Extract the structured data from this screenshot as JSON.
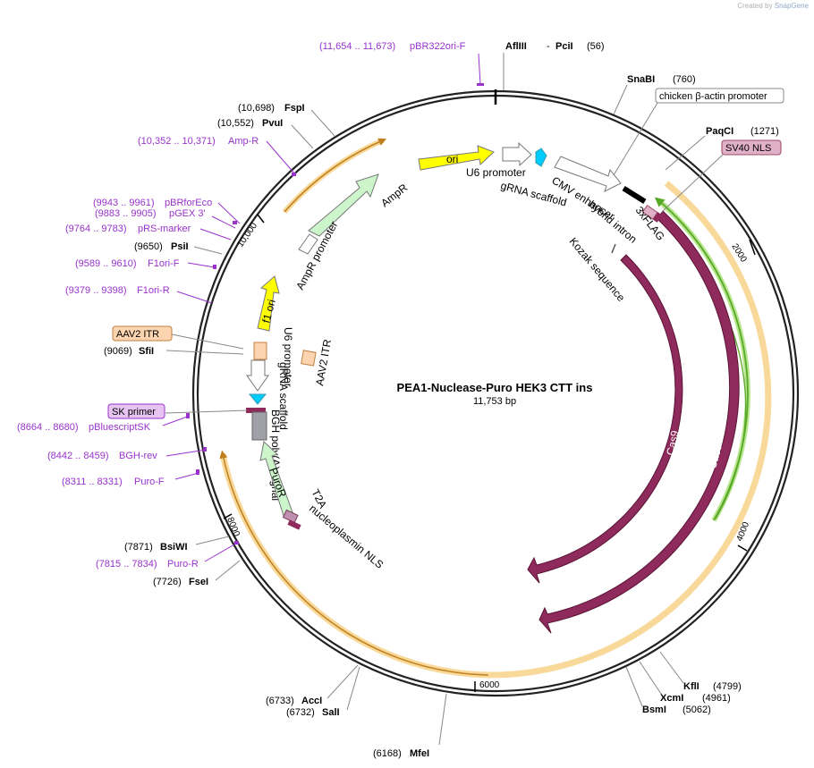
{
  "watermark": {
    "prefix": "Created by",
    "brand": "SnapGene"
  },
  "plasmid": {
    "name": "PEA1-Nuclease-Puro HEK3 CTT ins",
    "size": "11,753 bp"
  },
  "ticks": [
    "2000",
    "4000",
    "6000",
    "8000",
    "10,000"
  ],
  "enzymes": [
    {
      "id": "afliii-pcii",
      "name": "AflIII",
      "name2": "PciI",
      "pos": "(56)"
    },
    {
      "id": "snabi",
      "name": "SnaBI",
      "pos": "(760)"
    },
    {
      "id": "paqci",
      "name": "PaqCI",
      "pos": "(1271)"
    },
    {
      "id": "kfli",
      "name": "KflI",
      "pos": "(4799)"
    },
    {
      "id": "xcmi",
      "name": "XcmI",
      "pos": "(4961)"
    },
    {
      "id": "bsmi",
      "name": "BsmI",
      "pos": "(5062)"
    },
    {
      "id": "mfei",
      "name": "MfeI",
      "pos": "(6168)"
    },
    {
      "id": "acci",
      "name": "AccI",
      "pos": "(6733)"
    },
    {
      "id": "sali",
      "name": "SalI",
      "pos": "(6732)"
    },
    {
      "id": "fsei",
      "name": "FseI",
      "pos": "(7726)"
    },
    {
      "id": "bsiwi",
      "name": "BsiWI",
      "pos": "(7871)"
    },
    {
      "id": "sfii",
      "name": "SfiI",
      "pos": "(9069)"
    },
    {
      "id": "psii",
      "name": "PsiI",
      "pos": "(9650)"
    },
    {
      "id": "pvui",
      "name": "PvuI",
      "pos": "(10,552)"
    },
    {
      "id": "fspi",
      "name": "FspI",
      "pos": "(10,698)"
    }
  ],
  "primers": [
    {
      "id": "pbr322ori-f",
      "range": "(11,654 .. 11,673)",
      "name": "pBR322ori-F"
    },
    {
      "id": "amp-r",
      "range": "(10,352 .. 10,371)",
      "name": "Amp-R"
    },
    {
      "id": "pbrforeco",
      "range": "(9943 .. 9961)",
      "name": "pBRforEco"
    },
    {
      "id": "pgex-3",
      "range": "(9883 .. 9905)",
      "name": "pGEX 3'"
    },
    {
      "id": "prs-marker",
      "range": "(9764 .. 9783)",
      "name": "pRS-marker"
    },
    {
      "id": "f1ori-f",
      "range": "(9589 .. 9610)",
      "name": "F1ori-F"
    },
    {
      "id": "f1ori-r",
      "range": "(9379 .. 9398)",
      "name": "F1ori-R"
    },
    {
      "id": "pbluescriptsk",
      "range": "(8664 .. 8680)",
      "name": "pBluescriptSK"
    },
    {
      "id": "bgh-rev",
      "range": "(8442 .. 8459)",
      "name": "BGH-rev"
    },
    {
      "id": "puro-f",
      "range": "(8311 .. 8331)",
      "name": "Puro-F"
    },
    {
      "id": "puro-r",
      "range": "(7815 .. 7834)",
      "name": "Puro-R"
    }
  ],
  "boxed_labels": [
    {
      "id": "chicken-actin",
      "text": "chicken β-actin promoter",
      "fill": "#ffffff",
      "stroke": "#888888"
    },
    {
      "id": "sv40-nls",
      "text": "SV40 NLS",
      "fill": "#e0b0c8",
      "stroke": "#9a4a6a"
    },
    {
      "id": "aav2-itr",
      "text": "AAV2 ITR",
      "fill": "#fcd5b0",
      "stroke": "#c08040"
    },
    {
      "id": "sk-primer",
      "text": "SK primer",
      "fill": "#e6c3f0",
      "stroke": "#9933cc"
    }
  ],
  "features": {
    "ori": "ori",
    "u6_promoter_top": "U6 promoter",
    "grna_scaffold_top": "gRNA scaffold",
    "cmv_enhancer": "CMV enhancer",
    "hybrid_intron": "hybrid intron",
    "flag": "3xFLAG",
    "kozak": "Kozak sequence",
    "cas9_inner": "Cas9",
    "cas9_outer": "Cas9",
    "ampr": "AmpR",
    "ampr_promoter": "AmpR promoter",
    "f1_ori": "f1 ori",
    "aav2_itr_inner": "AAV2 ITR",
    "u6_promoter_left": "U6 promoter",
    "grna_scaffold_left": "gRNA scaffold",
    "bgh_polya": "BGH poly(A) signal",
    "puror": "PuroR",
    "t2a": "T2A",
    "nucleoplasmin_nls": "nucleoplasmin NLS"
  },
  "colors": {
    "cas9": "#8e2a5c",
    "ori": "#ffff00",
    "ampr": "#ccf5cc",
    "f1_ori": "#ffff00",
    "aav2_itr": "#fcd5b0",
    "u6_promoter": "#ffffff",
    "grna_scaffold": "#00ccff",
    "bgh_polya": "#a0a0a8",
    "puror": "#ccf5cc",
    "t2a": "#c090b0",
    "primer": "#9933cc",
    "orange_band": "#f8d99a",
    "green_arrow": "#58a82a"
  }
}
